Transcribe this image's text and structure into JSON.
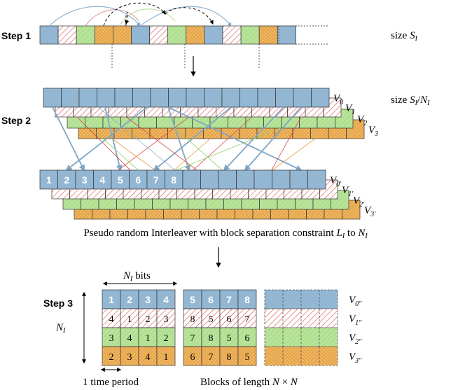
{
  "colors": {
    "blue": "#93b7d3",
    "red_hatch": "#d94b4b",
    "green": "#b8e39a",
    "orange": "#f3b865",
    "grey_line": "#888888"
  },
  "step1": {
    "label": "Step 1",
    "size_label": "size S_I",
    "pattern": [
      "blue",
      "red",
      "green",
      "orange",
      "orange",
      "blue",
      "red",
      "green",
      "orange",
      "blue",
      "red",
      "green",
      "orange",
      "blue"
    ]
  },
  "step2": {
    "label": "Step 2",
    "size_label": "size S_I/N_I",
    "top_rows": [
      "V0",
      "V1",
      "V2",
      "V3"
    ],
    "bottom_rows": [
      "V0'",
      "V1'",
      "V2'",
      "V3'"
    ],
    "numbered_cells": [
      "1",
      "2",
      "3",
      "4",
      "5",
      "6",
      "7",
      "8"
    ],
    "caption_text": "Pseudo random Interleaver with block separation constraint L_I to N_I"
  },
  "step3": {
    "label": "Step 3",
    "bits_label": "N_I bits",
    "rows_label": "N_I",
    "row_labels": [
      "V0''",
      "V1''",
      "V2''",
      "V3''"
    ],
    "block1": [
      [
        "1",
        "2",
        "3",
        "4"
      ],
      [
        "4",
        "1",
        "2",
        "3"
      ],
      [
        "3",
        "4",
        "1",
        "2"
      ],
      [
        "2",
        "3",
        "4",
        "1"
      ]
    ],
    "block2": [
      [
        "5",
        "6",
        "7",
        "8"
      ],
      [
        "8",
        "5",
        "6",
        "7"
      ],
      [
        "7",
        "8",
        "5",
        "6"
      ],
      [
        "6",
        "7",
        "8",
        "5"
      ]
    ],
    "time_period_label": "1 time period",
    "blocks_label": "Blocks of length N × N"
  }
}
